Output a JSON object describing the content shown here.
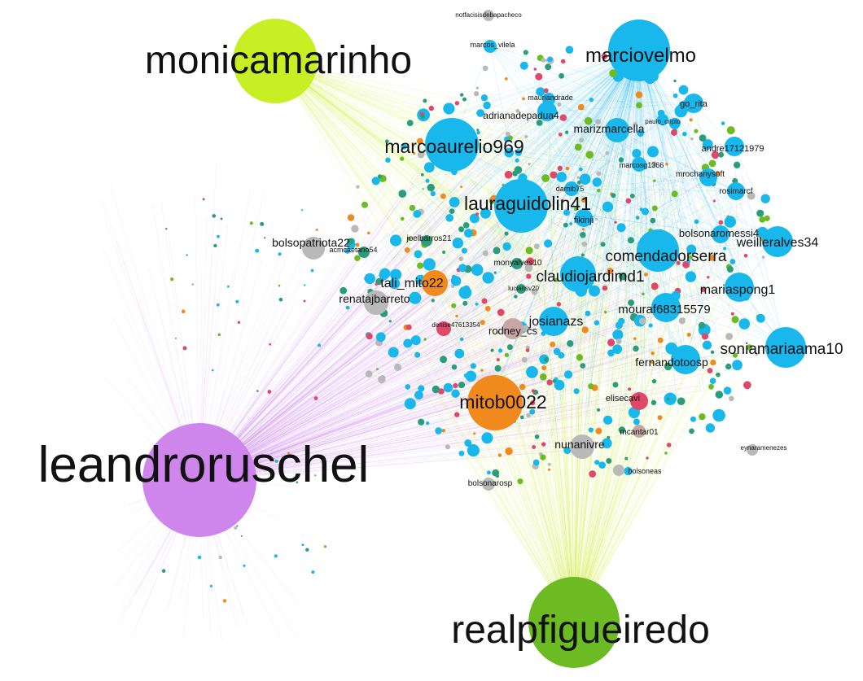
{
  "colors": {
    "lime": "#c8ef23",
    "green": "#6dbb22",
    "violet": "#cf86ec",
    "blue": "#18b7ec",
    "orange": "#f08a1c",
    "gray": "#b9b9b9",
    "pink": "#e0486a",
    "teal": "#2a9d7a",
    "rosegray": "#c8a6a6"
  },
  "hubs": [
    {
      "id": "monicamarinho",
      "label": "monicamarinho",
      "color": "lime"
    },
    {
      "id": "leandroruschel",
      "label": "leandroruschel",
      "color": "violet"
    },
    {
      "id": "realpfigueiredo",
      "label": "realpfigueiredo",
      "color": "green"
    },
    {
      "id": "marciovelmo",
      "label": "marciovelmo",
      "color": "blue"
    }
  ],
  "nodes": [
    {
      "id": "marcoaurelio969",
      "label": "marcoaurelio969",
      "color": "blue"
    },
    {
      "id": "lauraguidolin41",
      "label": "lauraguidolin41",
      "color": "blue"
    },
    {
      "id": "comendadorserra",
      "label": "comendadorserra",
      "color": "blue"
    },
    {
      "id": "claudiojardimd1",
      "label": "claudiojardimd1",
      "color": "blue"
    },
    {
      "id": "mitob0022",
      "label": "mitob0022",
      "color": "orange"
    },
    {
      "id": "soniamariaama10",
      "label": "soniamariaama10",
      "color": "blue"
    },
    {
      "id": "weilleralves34",
      "label": "weilleralves34",
      "color": "blue"
    },
    {
      "id": "mariaspong1",
      "label": "mariaspong1",
      "color": "blue"
    },
    {
      "id": "mouraf68315579",
      "label": "mouraf68315579",
      "color": "blue"
    },
    {
      "id": "josianazs",
      "label": "josianazs",
      "color": "blue"
    },
    {
      "id": "fernandotoosp",
      "label": "fernandotoosp",
      "color": "blue"
    },
    {
      "id": "bolsonaromessi4",
      "label": "bolsonaromessi4",
      "color": "blue"
    },
    {
      "id": "tali_mito22",
      "label": "tali_mito22",
      "color": "orange"
    },
    {
      "id": "bolsopatriota22",
      "label": "bolsopatriota22",
      "color": "gray"
    },
    {
      "id": "renatajbarreto",
      "label": "renatajbarreto",
      "color": "gray"
    },
    {
      "id": "nunanivre",
      "label": "nunanivre",
      "color": "gray"
    },
    {
      "id": "rodney_cs",
      "label": "rodney_cs",
      "color": "rosegray"
    },
    {
      "id": "marizmarcella",
      "label": "marizmarcella",
      "color": "blue"
    },
    {
      "id": "adrianadepadua4",
      "label": "adrianadepadua4",
      "color": "blue"
    },
    {
      "id": "andre17121979",
      "label": "andre17121979",
      "color": "blue"
    },
    {
      "id": "go_rita",
      "label": "go_rita",
      "color": "blue"
    },
    {
      "id": "mrochanysoft",
      "label": "mrochanysoft",
      "color": "blue"
    },
    {
      "id": "rosimarcf",
      "label": "rosimarcf",
      "color": "blue"
    },
    {
      "id": "fikinji",
      "label": "fikinji",
      "color": "blue"
    },
    {
      "id": "elisecavi",
      "label": "elisecavi",
      "color": "pink"
    },
    {
      "id": "mcantar01",
      "label": "mcantar01",
      "color": "rosegray"
    },
    {
      "id": "bolsoneas",
      "label": "bolsoneas",
      "color": "gray"
    },
    {
      "id": "bolsonarosp",
      "label": "bolsonarosp",
      "color": "gray"
    },
    {
      "id": "monyalves10",
      "label": "monyalves10",
      "color": "teal"
    },
    {
      "id": "joelbarros21",
      "label": "joelbarros21",
      "color": "teal"
    },
    {
      "id": "denise47613354",
      "label": "denise47613354",
      "color": "pink"
    },
    {
      "id": "marcos_vilela",
      "label": "marcos_vilela",
      "color": "blue"
    },
    {
      "id": "notfacisisdebapacheco",
      "label": "notfacisisdebapacheco",
      "color": "gray"
    },
    {
      "id": "mauriandrade",
      "label": "mauriandrade",
      "color": "blue"
    },
    {
      "id": "paulo_cripto",
      "label": "paulo_cripto",
      "color": "blue"
    },
    {
      "id": "damib75",
      "label": "damib75",
      "color": "blue"
    },
    {
      "id": "marcosg1366",
      "label": "marcosg1366",
      "color": "blue"
    },
    {
      "id": "eynaramenezes",
      "label": "eynaramenezes",
      "color": "gray"
    },
    {
      "id": "acmcaetano54",
      "label": "acmcaetano54",
      "color": "teal"
    },
    {
      "id": "luciansv20",
      "label": "luciansv20",
      "color": "teal"
    }
  ]
}
